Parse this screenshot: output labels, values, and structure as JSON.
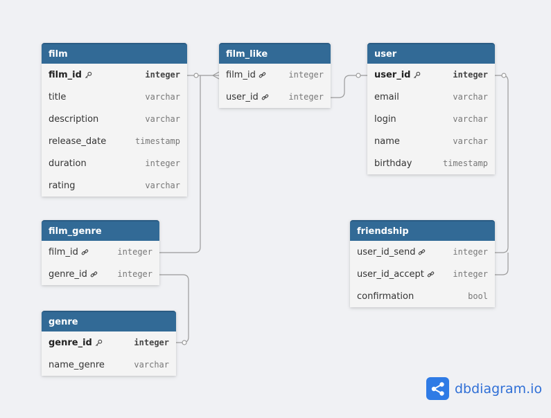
{
  "tables": {
    "film": {
      "title": "film",
      "fields": [
        {
          "name": "film_id",
          "type": "integer",
          "icon": "key-icon"
        },
        {
          "name": "title",
          "type": "varchar"
        },
        {
          "name": "description",
          "type": "varchar"
        },
        {
          "name": "release_date",
          "type": "timestamp"
        },
        {
          "name": "duration",
          "type": "integer"
        },
        {
          "name": "rating",
          "type": "varchar"
        }
      ]
    },
    "film_like": {
      "title": "film_like",
      "fields": [
        {
          "name": "film_id",
          "type": "integer",
          "icon": "link-icon"
        },
        {
          "name": "user_id",
          "type": "integer",
          "icon": "link-icon"
        }
      ]
    },
    "user": {
      "title": "user",
      "fields": [
        {
          "name": "user_id",
          "type": "integer",
          "icon": "key-icon"
        },
        {
          "name": "email",
          "type": "varchar"
        },
        {
          "name": "login",
          "type": "varchar"
        },
        {
          "name": "name",
          "type": "varchar"
        },
        {
          "name": "birthday",
          "type": "timestamp"
        }
      ]
    },
    "film_genre": {
      "title": "film_genre",
      "fields": [
        {
          "name": "film_id",
          "type": "integer",
          "icon": "link-icon"
        },
        {
          "name": "genre_id",
          "type": "integer",
          "icon": "link-icon"
        }
      ]
    },
    "genre": {
      "title": "genre",
      "fields": [
        {
          "name": "genre_id",
          "type": "integer",
          "icon": "key-icon"
        },
        {
          "name": "name_genre",
          "type": "varchar"
        }
      ]
    },
    "friendship": {
      "title": "friendship",
      "fields": [
        {
          "name": "user_id_send",
          "type": "integer",
          "icon": "link-icon"
        },
        {
          "name": "user_id_accept",
          "type": "integer",
          "icon": "link-icon"
        },
        {
          "name": "confirmation",
          "type": "bool"
        }
      ]
    }
  },
  "logo": {
    "text": "dbdiagram.io",
    "icon": "share-nodes-icon",
    "color": "#2f7be5"
  },
  "colors": {
    "header": "#326a96",
    "connector": "#9a9a9a"
  }
}
